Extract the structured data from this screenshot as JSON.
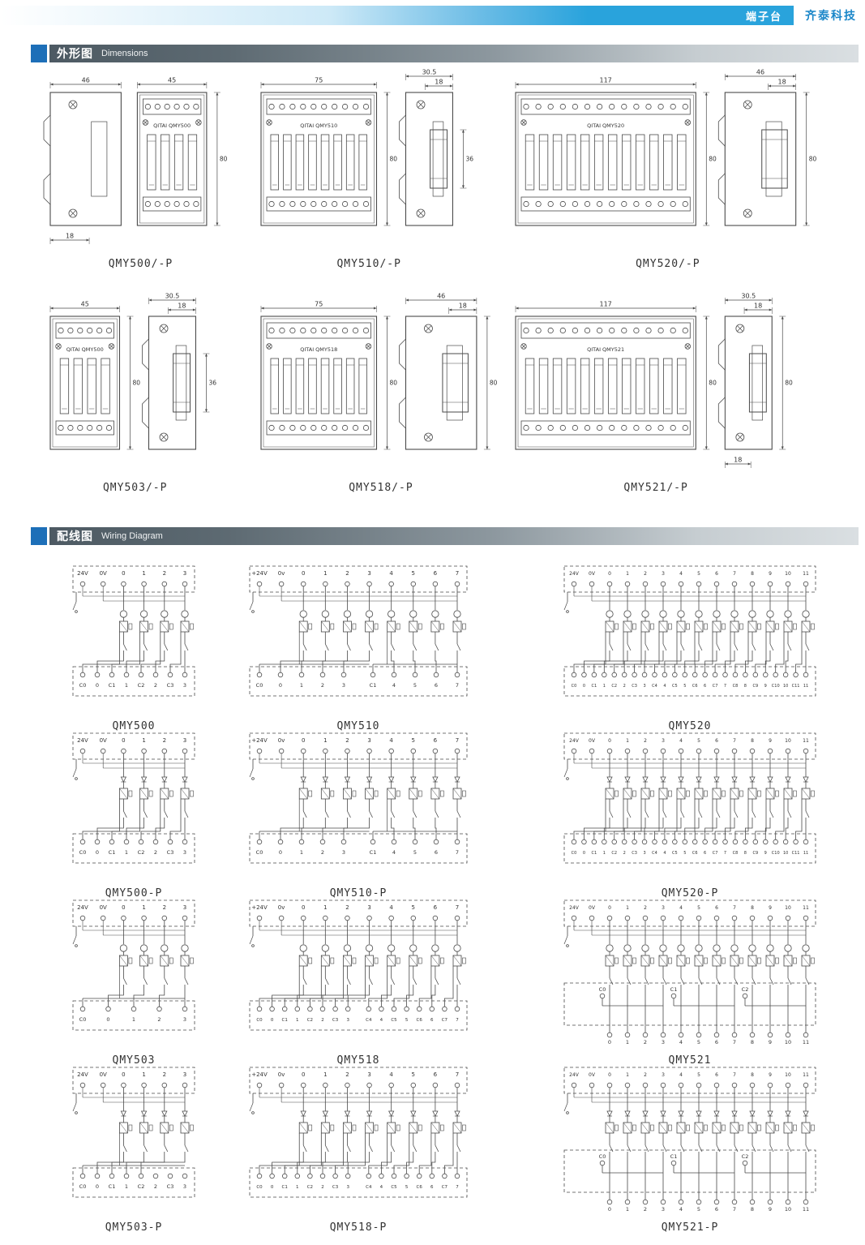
{
  "header": {
    "category": "端子台",
    "brand": "齐泰科技"
  },
  "theme": {
    "accent_blue": "#29A3DC",
    "brand_blue": "#1B87C9",
    "section_square_blue": "#1D6FB8",
    "section_bar_dark": "#4D5A63",
    "line_color": "#4A4A4A"
  },
  "sections": {
    "dimensions": {
      "zh": "外形图",
      "en": "Dimensions"
    },
    "wiring": {
      "zh": "配线图",
      "en": "Wiring Diagram"
    }
  },
  "dimension_drawings": {
    "rows": [
      [
        {
          "label": "QMY500/-P",
          "layout": "sf",
          "channels": 4,
          "front_mm": 45,
          "side_mm": 46,
          "brand_text": "QITAI QMY500",
          "dims": {
            "front_top": "45",
            "front_right": "80",
            "side_top": "46",
            "side_bottom": "18"
          }
        },
        {
          "label": "QMY510/-P",
          "layout": "fs",
          "channels": 8,
          "front_mm": 75,
          "side_mm": 30.5,
          "brand_text": "QITAI QMY510",
          "dims": {
            "front_top": "75",
            "front_right": "80",
            "side_top": "30.5",
            "side_inner": "18",
            "side_right": "36"
          }
        },
        {
          "label": "QMY520/-P",
          "layout": "fs",
          "channels": 12,
          "front_mm": 117,
          "side_mm": 46,
          "brand_text": "QITAI QMY520",
          "dims": {
            "front_top": "117",
            "front_right": "80",
            "side_top": "46",
            "side_inner": "18",
            "side_right": "80"
          }
        }
      ],
      [
        {
          "label": "QMY503/-P",
          "layout": "fs",
          "channels": 4,
          "front_mm": 45,
          "side_mm": 30.5,
          "brand_text": "QITAI QMY500",
          "dims": {
            "front_top": "45",
            "front_right": "80",
            "side_top": "30.5",
            "side_inner": "18",
            "side_right": "36"
          }
        },
        {
          "label": "QMY518/-P",
          "layout": "fs",
          "channels": 8,
          "front_mm": 75,
          "side_mm": 46,
          "brand_text": "QITAI QMY518",
          "dims": {
            "front_top": "75",
            "front_right": "80",
            "side_top": "46",
            "side_inner": "18",
            "side_right": "80"
          }
        },
        {
          "label": "QMY521/-P",
          "layout": "fs",
          "channels": 12,
          "front_mm": 117,
          "side_mm": 30.5,
          "brand_text": "QITAI QMY521",
          "dims": {
            "front_top": "117",
            "front_right": "80",
            "side_top": "30.5",
            "side_inner": "18",
            "side_right": "80",
            "side_bottom": "18"
          }
        }
      ]
    ]
  },
  "wiring_diagrams": {
    "rows": [
      [
        {
          "label": "QMY500",
          "type": "w4",
          "map": "pairs",
          "top": [
            "24V",
            "0V",
            "0",
            "1",
            "2",
            "3"
          ],
          "bottom": [
            "C0",
            "0",
            "C1",
            "1",
            "C2",
            "2",
            "C3",
            "3"
          ]
        },
        {
          "label": "QMY510",
          "type": "w8",
          "map": "grouped",
          "top": [
            "+24V",
            "0v",
            "0",
            "1",
            "2",
            "3",
            "4",
            "5",
            "6",
            "7"
          ],
          "bottom": [
            "C0",
            "0",
            "1",
            "2",
            "3",
            "C1",
            "4",
            "5",
            "6",
            "7"
          ],
          "gap_after": 5
        },
        {
          "label": "QMY520",
          "type": "w12",
          "map": "pairs",
          "top": [
            "24V",
            "0V",
            "0",
            "1",
            "2",
            "3",
            "4",
            "5",
            "6",
            "7",
            "8",
            "9",
            "10",
            "11"
          ],
          "bottom": [
            "C0",
            "0",
            "C1",
            "1",
            "C2",
            "2",
            "C3",
            "3",
            "C4",
            "4",
            "C5",
            "5",
            "C6",
            "6",
            "C7",
            "7",
            "C8",
            "8",
            "C9",
            "9",
            "C10",
            "10",
            "C11",
            "11"
          ]
        }
      ],
      [
        {
          "label": "QMY500-P",
          "p": true,
          "type": "w4",
          "map": "pairs",
          "top": [
            "24V",
            "0V",
            "0",
            "1",
            "2",
            "3"
          ],
          "bottom": [
            "C0",
            "0",
            "C1",
            "1",
            "C2",
            "2",
            "C3",
            "3"
          ]
        },
        {
          "label": "QMY510-P",
          "p": true,
          "type": "w8",
          "map": "grouped",
          "top": [
            "+24V",
            "0v",
            "0",
            "1",
            "2",
            "3",
            "4",
            "5",
            "6",
            "7"
          ],
          "bottom": [
            "C0",
            "0",
            "1",
            "2",
            "3",
            "C1",
            "4",
            "5",
            "6",
            "7"
          ],
          "gap_after": 5
        },
        {
          "label": "QMY520-P",
          "p": true,
          "type": "w12",
          "map": "pairs",
          "top": [
            "24V",
            "0V",
            "0",
            "1",
            "2",
            "3",
            "4",
            "5",
            "6",
            "7",
            "8",
            "9",
            "10",
            "11"
          ],
          "bottom": [
            "C0",
            "0",
            "C1",
            "1",
            "C2",
            "2",
            "C3",
            "3",
            "C4",
            "4",
            "C5",
            "5",
            "C6",
            "6",
            "C7",
            "7",
            "C8",
            "8",
            "C9",
            "9",
            "C10",
            "10",
            "C11",
            "11"
          ]
        }
      ],
      [
        {
          "label": "QMY503",
          "type": "w4",
          "map": "simple",
          "top": [
            "24V",
            "0V",
            "0",
            "1",
            "2",
            "3"
          ],
          "bottom": [
            "C0",
            "0",
            "1",
            "2",
            "3"
          ]
        },
        {
          "label": "QMY518",
          "type": "w8",
          "map": "pairs",
          "top": [
            "+24V",
            "0v",
            "0",
            "1",
            "2",
            "3",
            "4",
            "5",
            "6",
            "7"
          ],
          "bottom": [
            "C0",
            "0",
            "C1",
            "1",
            "C2",
            "2",
            "C3",
            "3",
            "C4",
            "4",
            "C5",
            "5",
            "C6",
            "6",
            "C7",
            "7"
          ],
          "gap_after": 8
        },
        {
          "label": "QMY521",
          "type": "w521",
          "map": "direct",
          "top": [
            "24V",
            "0V",
            "0",
            "1",
            "2",
            "3",
            "4",
            "5",
            "6",
            "7",
            "8",
            "9",
            "10",
            "11"
          ],
          "mid": [
            "C0",
            "C1",
            "C2"
          ],
          "bottom": [
            "0",
            "1",
            "2",
            "3",
            "4",
            "5",
            "6",
            "7",
            "8",
            "9",
            "10",
            "11"
          ]
        }
      ],
      [
        {
          "label": "QMY503-P",
          "p": true,
          "type": "w4",
          "map": "simple",
          "top": [
            "24V",
            "0V",
            "0",
            "1",
            "2",
            "3"
          ],
          "bottom": [
            "C0",
            "0",
            "C1",
            "1",
            "C2",
            "2",
            "C3",
            "3"
          ]
        },
        {
          "label": "QMY518-P",
          "p": true,
          "type": "w8",
          "map": "pairs",
          "top": [
            "+24V",
            "0v",
            "0",
            "1",
            "2",
            "3",
            "4",
            "5",
            "6",
            "7"
          ],
          "bottom": [
            "C0",
            "0",
            "C1",
            "1",
            "C2",
            "2",
            "C3",
            "3",
            "C4",
            "4",
            "C5",
            "5",
            "C6",
            "6",
            "C7",
            "7"
          ],
          "gap_after": 8
        },
        {
          "label": "QMY521-P",
          "p": true,
          "type": "w521",
          "map": "direct",
          "top": [
            "24V",
            "0V",
            "0",
            "1",
            "2",
            "3",
            "4",
            "5",
            "6",
            "7",
            "8",
            "9",
            "10",
            "11"
          ],
          "mid": [
            "C0",
            "C1",
            "C2"
          ],
          "bottom": [
            "0",
            "1",
            "2",
            "3",
            "4",
            "5",
            "6",
            "7",
            "8",
            "9",
            "10",
            "11"
          ]
        }
      ]
    ]
  }
}
